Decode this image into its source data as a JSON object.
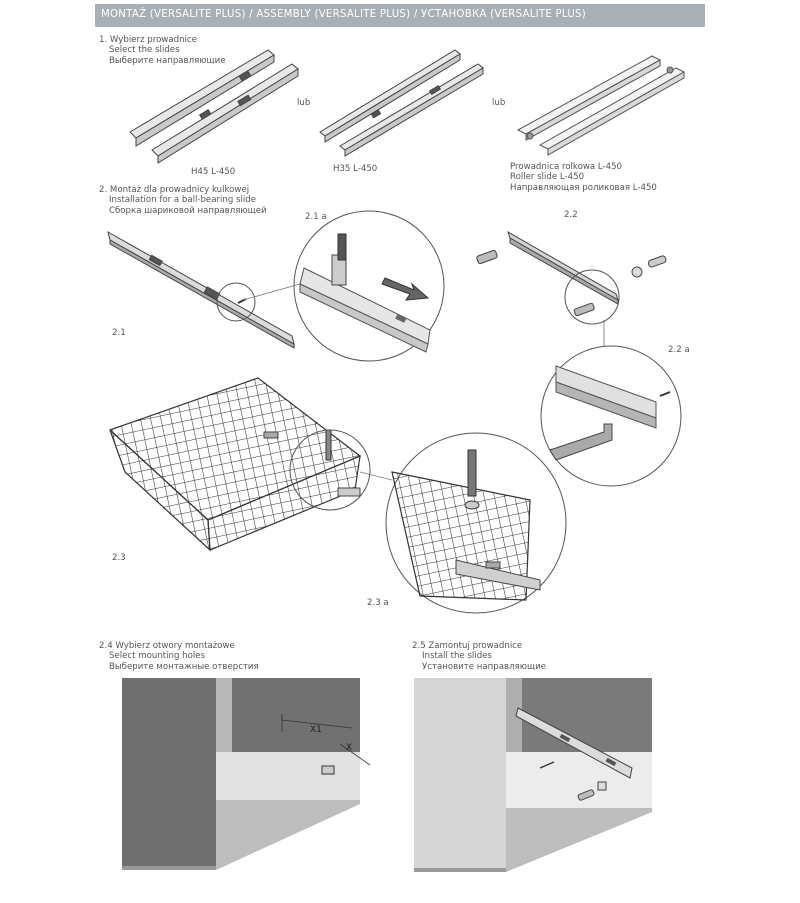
{
  "header": {
    "title": "MONTAŻ (VERSALITE PLUS) / ASSEMBLY (VERSALITE PLUS) / УСТАНОВКА (VERSALITE PLUS)"
  },
  "step1": {
    "line1": "1. Wybierz prowadnice",
    "line2": "Select the slides",
    "line3": "Выберите направляющие"
  },
  "slides": {
    "or1": "lub",
    "or2": "lub",
    "h45": "H45 L-450",
    "h35": "H35 L-450",
    "roller1": "Prowadnica rolkowa L-450",
    "roller2": "Roller slide L-450",
    "roller3": "Направляющая роликовая L-450"
  },
  "step2": {
    "line1": "2. Montaż dla prowadnicy kulkowej",
    "line2": "Installation for a ball-bearing slide",
    "line3": "Сборка шариковой направляющей"
  },
  "labels": {
    "l21": "2.1",
    "l21a": "2.1 a",
    "l22": "2.2",
    "l22a": "2.2 a",
    "l23": "2.3",
    "l23a": "2.3 a"
  },
  "step24": {
    "line1": "2.4 Wybierz otwory montażowe",
    "line2": "Select mounting holes",
    "line3": "Выберите монтажные отверстия"
  },
  "step25": {
    "line1": "2.5 Zamontuj prowadnice",
    "line2": "Install the slides",
    "line3": "Установите направляющие"
  },
  "dims": {
    "x1": "X1",
    "x": "X"
  },
  "colors": {
    "header_bg": "#a9b0b5",
    "cabinet_dark": "#6f6f6f",
    "cabinet_mid": "#b8b8b8",
    "cabinet_light": "#e2e2e2"
  }
}
